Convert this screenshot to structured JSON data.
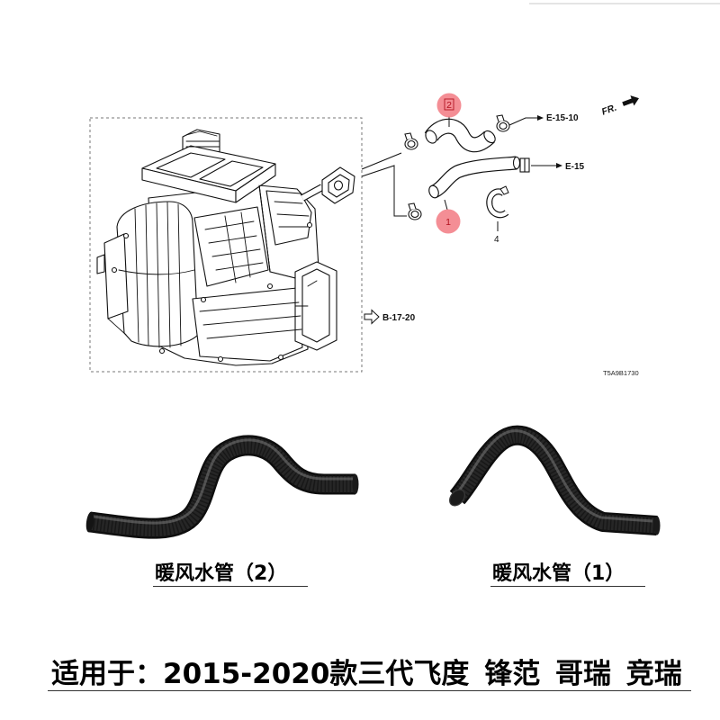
{
  "diagram": {
    "callout_part_2": "2",
    "callout_part_1": "1",
    "callout_part_4": "4",
    "ref_e_15_10": "E-15-10",
    "ref_e_15": "E-15",
    "ref_b_17_20": "B-17-20",
    "direction_label": "FR.",
    "drawing_code": "T5A9B1730"
  },
  "products": [
    {
      "label": "暖风水管（2）"
    },
    {
      "label": "暖风水管（1）"
    }
  ],
  "footer": {
    "fitment": "适用于：2015-2020款三代飞度 锋范 哥瑞 竞瑞"
  },
  "icons": {
    "direction_arrow": "fr-arrow-icon",
    "reference_arrow": "outline-arrow-right-icon",
    "leader_arrow": "arrow-right-icon"
  },
  "colors": {
    "callout_fill": "#f3828a",
    "callout_text": "#b3121f",
    "line_art": "#111111",
    "hose_rubber": "#262626",
    "text": "#000000"
  }
}
